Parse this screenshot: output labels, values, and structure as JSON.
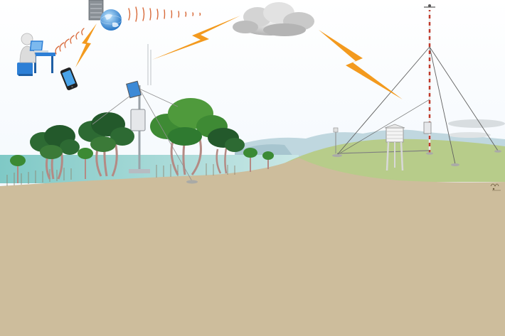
{
  "diagram": {
    "nodes": [
      {
        "id": "user-computer",
        "icon": "user-laptop-icon"
      },
      {
        "id": "mobile-phone",
        "icon": "smartphone-icon"
      },
      {
        "id": "data-server",
        "icon": "server-icon"
      },
      {
        "id": "internet",
        "icon": "globe-icon"
      },
      {
        "id": "cloud",
        "icon": "cloud-icon"
      },
      {
        "id": "mangrove-monitoring-station",
        "icon": "sensor-mast-icon"
      },
      {
        "id": "weather-station",
        "icon": "weather-tower-icon"
      }
    ],
    "links": [
      {
        "from": "mangrove-monitoring-station",
        "to": "cloud",
        "type": "wireless"
      },
      {
        "from": "cloud",
        "to": "weather-station",
        "type": "wireless"
      },
      {
        "from": "data-server",
        "to": "mobile-phone",
        "type": "wireless"
      },
      {
        "from": "data-server",
        "to": "user-computer",
        "type": "wireless-signal"
      },
      {
        "from": "internet",
        "to": "cloud",
        "type": "wireless-signal"
      }
    ]
  },
  "colors": {
    "sky_top": "#ffffff",
    "sky_bottom": "#eaf3fb",
    "ground": "#cdbd9c",
    "sea": "#8ccfcf",
    "hill_green": "#b7cc8a",
    "mountains": "#a8c7d4",
    "lightning": "#f39a1e",
    "foliage_dark": "#1f5a2a",
    "foliage_light": "#4f8f3a",
    "trunk": "#b48a84",
    "device_blue": "#2d7fd6",
    "tower_red": "#c0392b"
  },
  "logo": {
    "text": ""
  }
}
